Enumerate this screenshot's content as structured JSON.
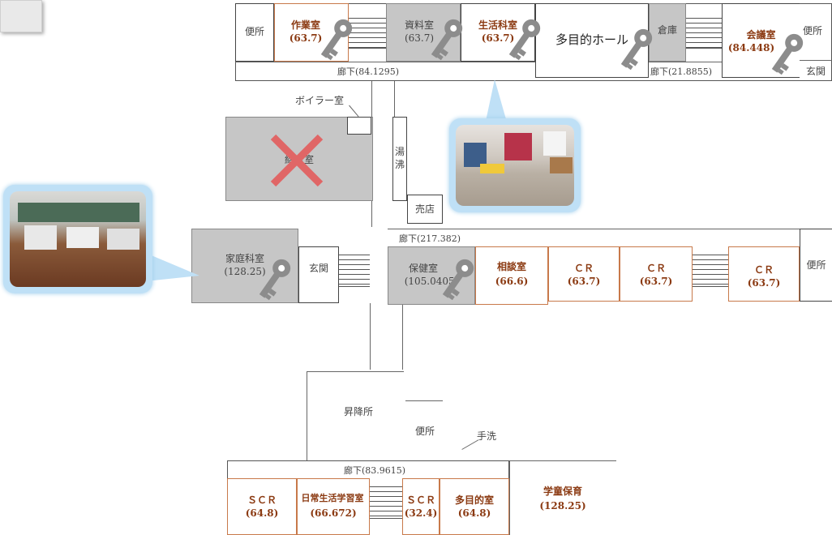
{
  "top_left_tab": "",
  "rooms": {
    "toilet_tl": "便所",
    "sagyo": {
      "name": "作業室",
      "area": "(63.7)"
    },
    "shiryo": {
      "name": "資料室",
      "area": "(63.7)"
    },
    "seikatsu": {
      "name": "生活科室",
      "area": "(63.7)"
    },
    "hall": "多目的ホール",
    "souko": "倉庫",
    "kaigi": {
      "name": "会議室",
      "area": "(84.448)"
    },
    "toilet_tr": "便所",
    "genkan_tr": "玄関",
    "boiler": "ボイラー室",
    "kyushoku": "給食室",
    "yuwakashi": "湯\n沸",
    "baiten": "売店",
    "katei": {
      "name": "家庭科室",
      "area": "(128.25)"
    },
    "genkan_mid": "玄関",
    "hoken": {
      "name": "保健室",
      "area": "(105.0405)"
    },
    "sodan": {
      "name": "相談室",
      "area": "(66.6)"
    },
    "cr1": {
      "name": "ＣＲ",
      "area": "(63.7)"
    },
    "cr2": {
      "name": "ＣＲ",
      "area": "(63.7)"
    },
    "cr3": {
      "name": "ＣＲ",
      "area": "(63.7)"
    },
    "toilet_mr": "便所",
    "shokojo": "昇降所",
    "toilet_bot": "便所",
    "tearai": "手洗",
    "scr1": {
      "name": "ＳＣＲ",
      "area": "(64.8)"
    },
    "nichijo": {
      "name": "日常生活学習室",
      "area": "(66.672)"
    },
    "scr2": {
      "name": "ＳＣＲ",
      "area": "(32.4)"
    },
    "tamokuteki": {
      "name": "多目的室",
      "area": "(64.8)"
    },
    "gakudo": {
      "name": "学童保育",
      "area": "(128.25)"
    }
  },
  "corridors": {
    "top": "廊下(84.1295)",
    "top_right": "廊下(21.8855)",
    "mid": "廊下(217.382)",
    "bottom": "廊下(83.9615)"
  },
  "colors": {
    "key": "#8c8c8c",
    "cross": "#e06666",
    "callout": "#bfe0f6",
    "room_text": "#8b3a12"
  },
  "icons": [
    "key-icon",
    "cross-mark-icon"
  ]
}
